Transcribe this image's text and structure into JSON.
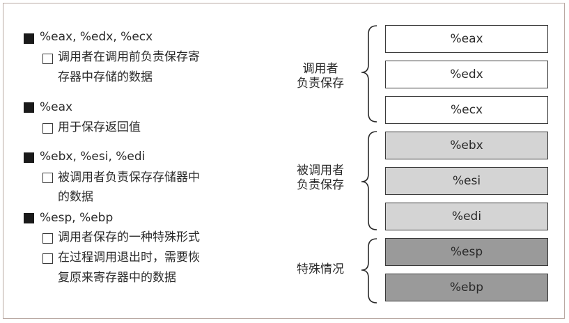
{
  "notes": [
    {
      "marker": "filled",
      "lines": [
        "%eax, %edx, %ecx"
      ]
    },
    {
      "marker": "hollow",
      "lines": [
        "调用者在调用前负责保存寄",
        "存器中存储的数据"
      ]
    },
    {
      "marker": "filled",
      "lines": [
        "%eax"
      ]
    },
    {
      "marker": "hollow",
      "lines": [
        "用于保存返回值"
      ]
    },
    {
      "marker": "filled",
      "lines": [
        "%ebx, %esi, %edi"
      ]
    },
    {
      "marker": "hollow",
      "lines": [
        "被调用者负责保存存储器中",
        "的数据"
      ]
    },
    {
      "marker": "filled",
      "lines": [
        "%esp, %ebp"
      ]
    },
    {
      "marker": "hollow",
      "lines": [
        "调用者保存的一种特殊形式"
      ]
    },
    {
      "marker": "hollow",
      "lines": [
        "在过程调用退出时，需要恢",
        "复原来寄存器中的数据"
      ]
    }
  ],
  "groups": [
    {
      "label_lines": [
        "调用者",
        "负责保存"
      ]
    },
    {
      "label_lines": [
        "被调用者",
        "负责保存"
      ]
    },
    {
      "label_lines": [
        "特殊情况"
      ]
    }
  ],
  "registers": [
    {
      "name": "%eax",
      "fill": "#ffffff"
    },
    {
      "name": "%edx",
      "fill": "#ffffff"
    },
    {
      "name": "%ecx",
      "fill": "#ffffff"
    },
    {
      "name": "%ebx",
      "fill": "#d4d4d4"
    },
    {
      "name": "%esi",
      "fill": "#d4d4d4"
    },
    {
      "name": "%edi",
      "fill": "#d4d4d4"
    },
    {
      "name": "%esp",
      "fill": "#9a9a9a"
    },
    {
      "name": "%ebp",
      "fill": "#9a9a9a"
    }
  ]
}
